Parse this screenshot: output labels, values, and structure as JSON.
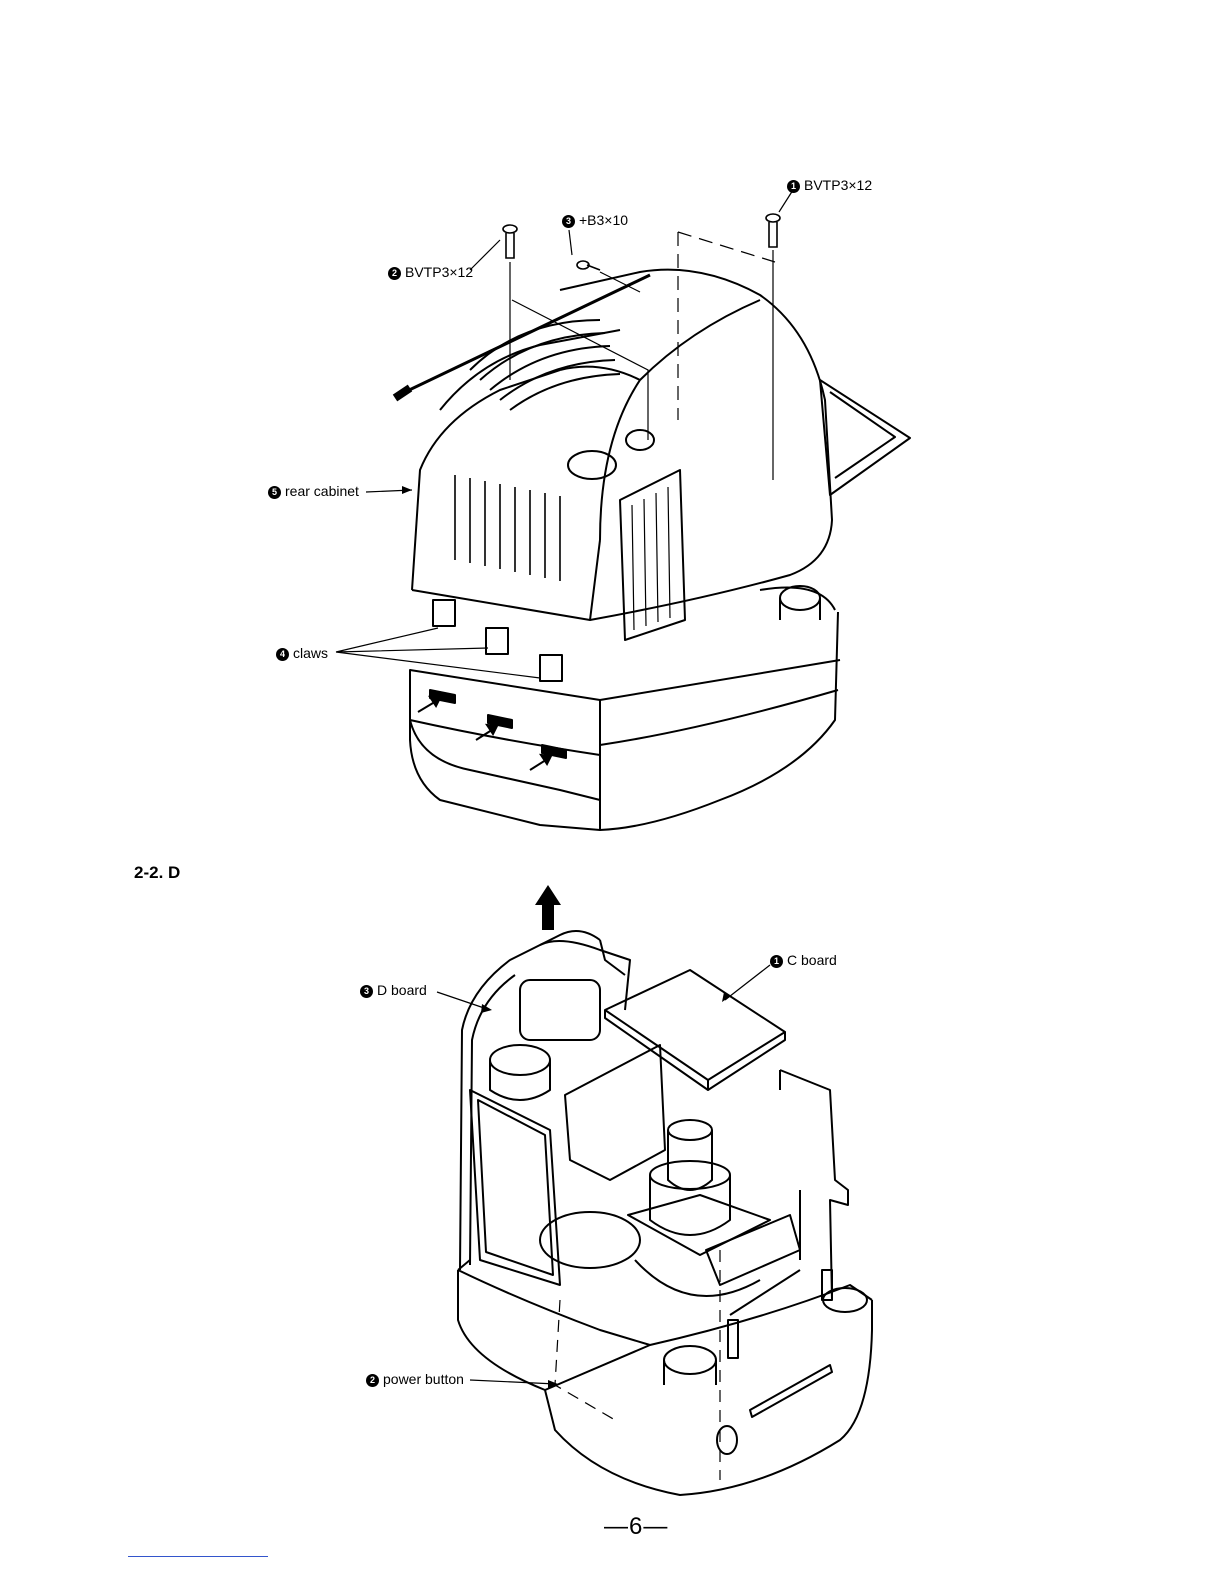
{
  "figure1": {
    "labels": {
      "screw1": {
        "num": "1",
        "text": "BVTP3×12"
      },
      "screw2": {
        "num": "2",
        "text": "BVTP3×12"
      },
      "screw3": {
        "num": "3",
        "text": "+B3×10"
      },
      "rear_cabinet": {
        "num": "5",
        "text": "rear cabinet"
      },
      "claws": {
        "num": "4",
        "text": "claws"
      }
    }
  },
  "section_heading": "2-2. D",
  "figure2": {
    "labels": {
      "c_board": {
        "num": "1",
        "text": "C board"
      },
      "d_board": {
        "num": "3",
        "text": "D board"
      },
      "power_button": {
        "num": "2",
        "text": "power button"
      }
    }
  },
  "page_number": "—6—"
}
